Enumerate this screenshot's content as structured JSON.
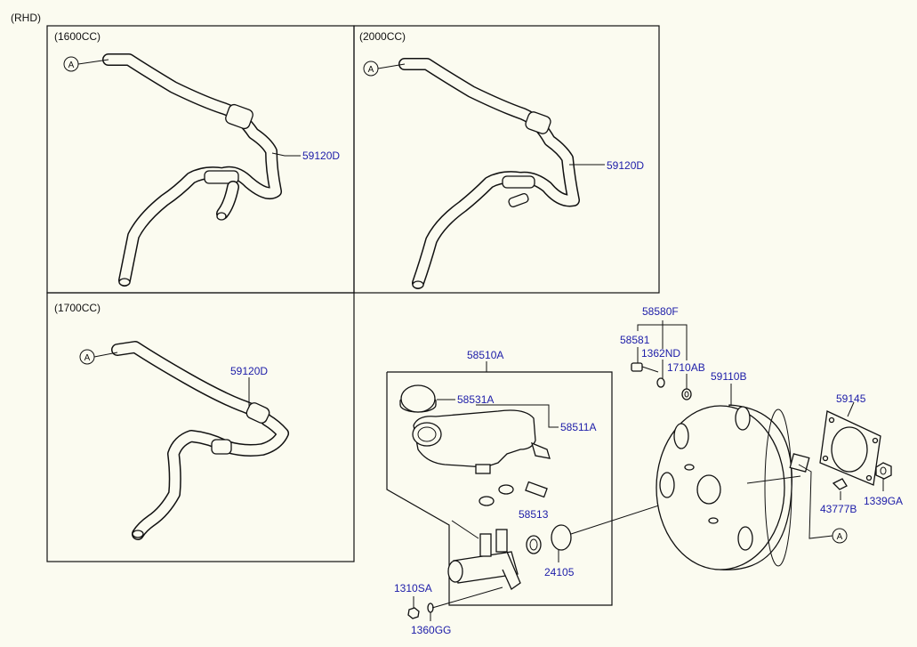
{
  "header": {
    "variant": "(RHD)"
  },
  "panels": {
    "p1600": {
      "title": "(1600CC)",
      "hose_label": "59120D",
      "ref": "A"
    },
    "p2000": {
      "title": "(2000CC)",
      "hose_label": "59120D",
      "ref": "A"
    },
    "p1700": {
      "title": "(1700CC)",
      "hose_label": "59120D",
      "ref": "A"
    }
  },
  "master_cylinder": {
    "assembly": "58510A",
    "cap": "58531A",
    "reservoir": "58511A",
    "grommet": "58513",
    "seal": "24105",
    "nut": "1310SA",
    "washer": "1360GG"
  },
  "booster": {
    "assembly": "59110B",
    "gasket": "59145",
    "clip": "43777B",
    "nut": "1339GA",
    "ref": "A"
  },
  "check_valve": {
    "kit": "58580F",
    "bolt": "58581",
    "washer1": "1362ND",
    "washer2": "1710AB"
  }
}
